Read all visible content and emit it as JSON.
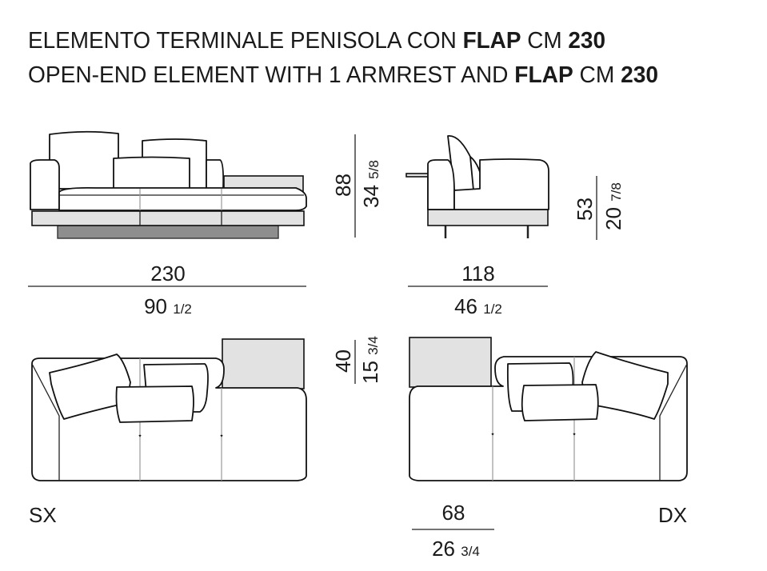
{
  "title": {
    "line1": {
      "a": "ELEMENTO TERMINALE PENISOLA CON ",
      "b": "FLAP",
      "c": " CM ",
      "d": "230"
    },
    "line2": {
      "a": "OPEN-END ELEMENT WITH 1 ARMREST AND ",
      "b": "FLAP",
      "c": " CM ",
      "d": "230"
    }
  },
  "front_view": {
    "width_cm": "230",
    "width_in": "90",
    "width_in_frac": "1/2",
    "height_cm": "88",
    "height_in": "34",
    "height_in_frac": "5/8"
  },
  "side_view": {
    "depth_cm": "118",
    "depth_in": "46",
    "depth_in_frac": "1/2",
    "seat_cm": "53",
    "seat_in": "20",
    "seat_in_frac": "7/8"
  },
  "top_view": {
    "flap_cm": "40",
    "flap_in": "15",
    "flap_in_frac": "3/4",
    "flap_width_cm": "68",
    "flap_width_in": "26",
    "flap_width_in_frac": "3/4",
    "left_label": "SX",
    "right_label": "DX"
  }
}
